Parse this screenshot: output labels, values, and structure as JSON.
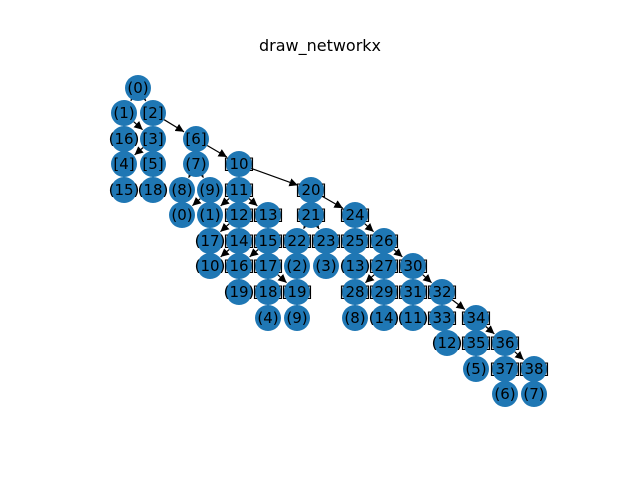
{
  "title": "draw_networkx",
  "node_color": "#1f77b4",
  "edge_color": "#000000",
  "directed": true,
  "nodes": [
    {
      "id": "n0",
      "label": "(0)"
    },
    {
      "id": "n1",
      "label": "(1)"
    },
    {
      "id": "n2",
      "label": "[2]"
    },
    {
      "id": "n3",
      "label": "(16)"
    },
    {
      "id": "n4",
      "label": "[3]"
    },
    {
      "id": "n5",
      "label": "[6]"
    },
    {
      "id": "n6",
      "label": "[4]"
    },
    {
      "id": "n7",
      "label": "[5]"
    },
    {
      "id": "n8",
      "label": "(7)"
    },
    {
      "id": "n9",
      "label": "[10]"
    },
    {
      "id": "n10",
      "label": "(15)"
    },
    {
      "id": "n11",
      "label": "(18)"
    },
    {
      "id": "n12",
      "label": "(8)"
    },
    {
      "id": "n13",
      "label": "(9)"
    },
    {
      "id": "n14",
      "label": "[11]"
    },
    {
      "id": "n15",
      "label": "[20]"
    },
    {
      "id": "n16",
      "label": "(0)"
    },
    {
      "id": "n17",
      "label": "(1)"
    },
    {
      "id": "n18",
      "label": "[12]"
    },
    {
      "id": "n19",
      "label": "[13]"
    },
    {
      "id": "n20",
      "label": "[21]"
    },
    {
      "id": "n21",
      "label": "[24]"
    },
    {
      "id": "n22",
      "label": "(17)"
    },
    {
      "id": "n23",
      "label": "[14]"
    },
    {
      "id": "n24",
      "label": "[15]"
    },
    {
      "id": "n25",
      "label": "[22]"
    },
    {
      "id": "n26",
      "label": "[23]"
    },
    {
      "id": "n27",
      "label": "[25]"
    },
    {
      "id": "n28",
      "label": "[26]"
    },
    {
      "id": "n29",
      "label": "(10)"
    },
    {
      "id": "n30",
      "label": "[16]"
    },
    {
      "id": "n31",
      "label": "[17]"
    },
    {
      "id": "n32",
      "label": "(2)"
    },
    {
      "id": "n33",
      "label": "(3)"
    },
    {
      "id": "n34",
      "label": "(13)"
    },
    {
      "id": "n35",
      "label": "[27]"
    },
    {
      "id": "n36",
      "label": "[30]"
    },
    {
      "id": "n37",
      "label": "(19)"
    },
    {
      "id": "n38",
      "label": "[18]"
    },
    {
      "id": "n39",
      "label": "[19]"
    },
    {
      "id": "n40",
      "label": "[28]"
    },
    {
      "id": "n41",
      "label": "[29]"
    },
    {
      "id": "n42",
      "label": "[31]"
    },
    {
      "id": "n43",
      "label": "[32]"
    },
    {
      "id": "n44",
      "label": "(4)"
    },
    {
      "id": "n45",
      "label": "(9)"
    },
    {
      "id": "n46",
      "label": "(8)"
    },
    {
      "id": "n47",
      "label": "(14)"
    },
    {
      "id": "n48",
      "label": "(11)"
    },
    {
      "id": "n49",
      "label": "[33]"
    },
    {
      "id": "n50",
      "label": "[34]"
    },
    {
      "id": "n51",
      "label": "(12)"
    },
    {
      "id": "n52",
      "label": "[35]"
    },
    {
      "id": "n53",
      "label": "[36]"
    },
    {
      "id": "n54",
      "label": "(5)"
    },
    {
      "id": "n55",
      "label": "[37]"
    },
    {
      "id": "n56",
      "label": "[38]"
    },
    {
      "id": "n57",
      "label": "(6)"
    },
    {
      "id": "n58",
      "label": "(7)"
    }
  ],
  "edges": [
    [
      "n0",
      "n1"
    ],
    [
      "n0",
      "n2"
    ],
    [
      "n1",
      "n3"
    ],
    [
      "n1",
      "n4"
    ],
    [
      "n2",
      "n5"
    ],
    [
      "n4",
      "n6"
    ],
    [
      "n4",
      "n7"
    ],
    [
      "n5",
      "n8"
    ],
    [
      "n5",
      "n9"
    ],
    [
      "n6",
      "n10"
    ],
    [
      "n7",
      "n11"
    ],
    [
      "n8",
      "n12"
    ],
    [
      "n8",
      "n13"
    ],
    [
      "n9",
      "n14"
    ],
    [
      "n9",
      "n15"
    ],
    [
      "n13",
      "n16"
    ],
    [
      "n14",
      "n17"
    ],
    [
      "n14",
      "n18"
    ],
    [
      "n14",
      "n19"
    ],
    [
      "n15",
      "n20"
    ],
    [
      "n15",
      "n21"
    ],
    [
      "n18",
      "n22"
    ],
    [
      "n18",
      "n23"
    ],
    [
      "n19",
      "n24"
    ],
    [
      "n20",
      "n25"
    ],
    [
      "n20",
      "n26"
    ],
    [
      "n21",
      "n27"
    ],
    [
      "n21",
      "n28"
    ],
    [
      "n23",
      "n29"
    ],
    [
      "n24",
      "n30"
    ],
    [
      "n24",
      "n31"
    ],
    [
      "n25",
      "n32"
    ],
    [
      "n26",
      "n33"
    ],
    [
      "n27",
      "n34"
    ],
    [
      "n28",
      "n35"
    ],
    [
      "n28",
      "n36"
    ],
    [
      "n30",
      "n37"
    ],
    [
      "n31",
      "n38"
    ],
    [
      "n31",
      "n39"
    ],
    [
      "n35",
      "n40"
    ],
    [
      "n35",
      "n41"
    ],
    [
      "n36",
      "n42"
    ],
    [
      "n36",
      "n43"
    ],
    [
      "n38",
      "n44"
    ],
    [
      "n39",
      "n45"
    ],
    [
      "n40",
      "n46"
    ],
    [
      "n41",
      "n47"
    ],
    [
      "n42",
      "n48"
    ],
    [
      "n43",
      "n49"
    ],
    [
      "n43",
      "n50"
    ],
    [
      "n49",
      "n51"
    ],
    [
      "n50",
      "n52"
    ],
    [
      "n50",
      "n53"
    ],
    [
      "n52",
      "n54"
    ],
    [
      "n53",
      "n55"
    ],
    [
      "n53",
      "n56"
    ],
    [
      "n55",
      "n57"
    ],
    [
      "n56",
      "n58"
    ]
  ]
}
